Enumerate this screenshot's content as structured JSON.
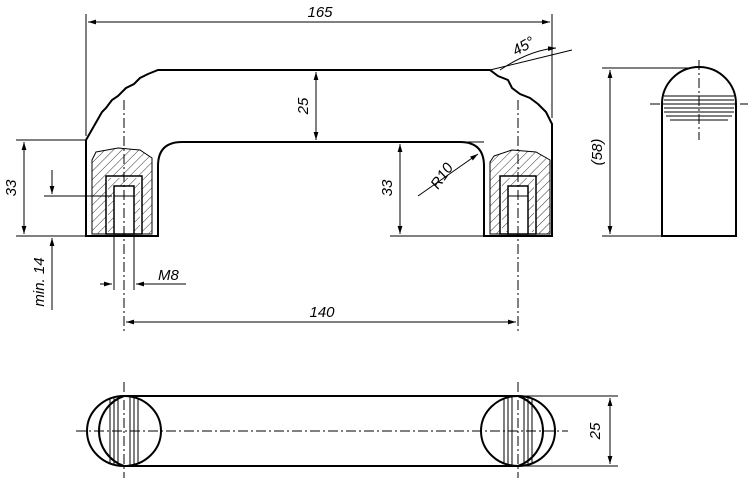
{
  "drawing": {
    "dimensions": {
      "overall_length": "165",
      "angle": "45°",
      "grip_thickness": "25",
      "mounting_height_left": "33",
      "mounting_height_right": "33",
      "radius": "R10",
      "side_height": "(58)",
      "min_thread_depth": "min. 14",
      "thread": "M8",
      "hole_spacing": "140",
      "bottom_width": "25"
    }
  }
}
